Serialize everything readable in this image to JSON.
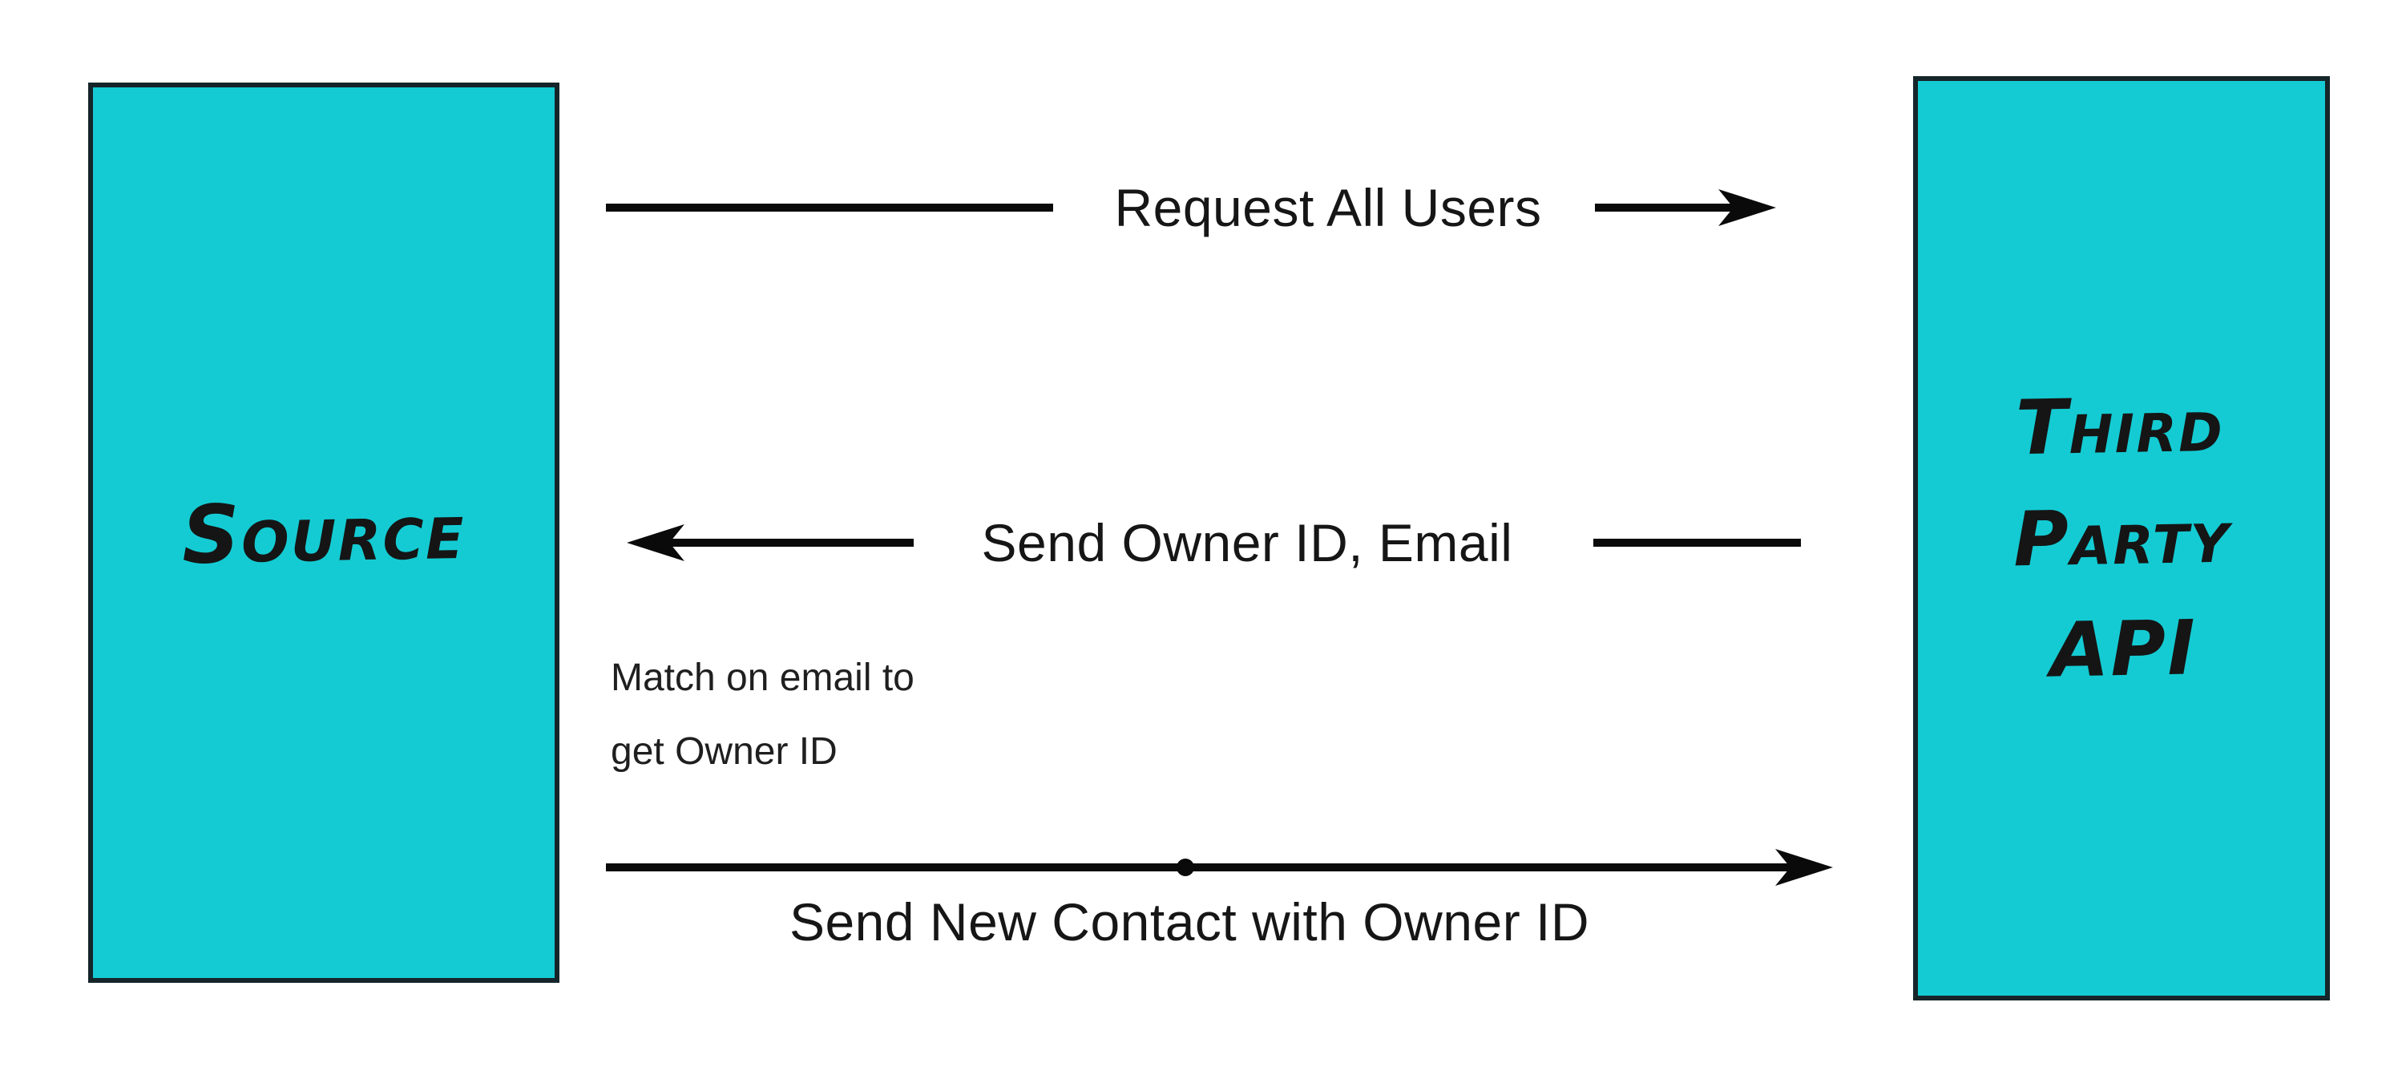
{
  "colors": {
    "actor_fill": "#14CBD3",
    "actor_border": "#152529",
    "ink": "#0a0a0a",
    "label_ink": "#161616",
    "note_ink": "#1f1f1f"
  },
  "actors": {
    "source": {
      "label": "Source"
    },
    "third_party": {
      "lines": [
        "Third",
        "Party",
        "API"
      ]
    }
  },
  "messages": [
    {
      "label": "Request All Users",
      "direction": "right",
      "from": "source",
      "to": "third_party"
    },
    {
      "label": "Send Owner ID, Email",
      "direction": "left",
      "from": "third_party",
      "to": "source"
    },
    {
      "label": "Send New Contact with Owner ID",
      "direction": "right",
      "from": "source",
      "to": "third_party"
    }
  ],
  "note": {
    "lines": [
      "Match on email to",
      "get Owner ID"
    ]
  }
}
